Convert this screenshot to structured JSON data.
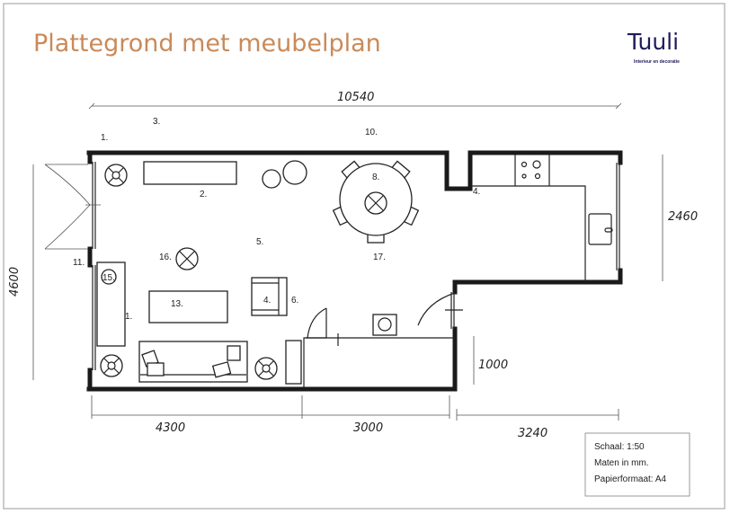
{
  "header": {
    "title": "Plattegrond met meubelplan",
    "logo": "Tuuli",
    "logo_tagline": "Interieur en decoratie",
    "title_color": "#c98a5a",
    "logo_color": "#1e1a5a"
  },
  "dimensions": {
    "total_length": "10540",
    "height_left": "4600",
    "kitchen_depth": "2460",
    "storage_depth": "1000",
    "segment_1": "4300",
    "segment_2": "3000",
    "segment_3": "3240"
  },
  "labels": {
    "l1": "1.",
    "l3": "3.",
    "l10": "10.",
    "l2": "2.",
    "l8": "8.",
    "l17": "17.",
    "l5": "5.",
    "l16": "16.",
    "l11": "11.",
    "l15": "15.",
    "l1b": "1.",
    "l13": "13.",
    "l4": "4.",
    "l6": "6.",
    "l4b": "4."
  },
  "legend": {
    "scale": "Schaal: 1:50",
    "units": "Maten in mm.",
    "paper": "Papierformaat: A4"
  }
}
